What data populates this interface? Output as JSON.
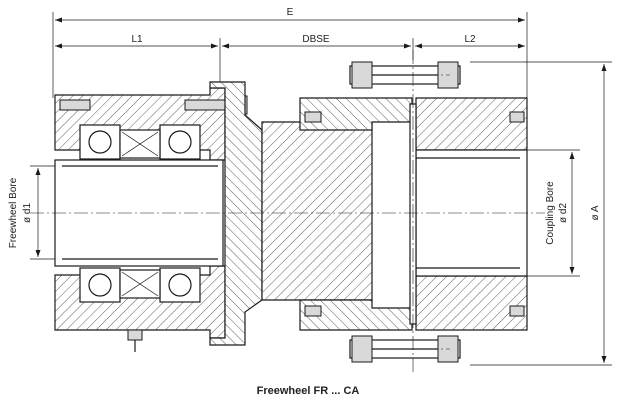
{
  "dimensions": {
    "overall_length": "E",
    "freewheel_length": "L1",
    "spacer_length": "DBSE",
    "coupling_length": "L2",
    "outer_diameter": "ø A"
  },
  "bores": {
    "freewheel_label": "Freewheel Bore",
    "freewheel_dia": "ø d1",
    "coupling_label": "Coupling Bore",
    "coupling_dia": "ø d2"
  },
  "caption": "Freewheel FR ... CA"
}
